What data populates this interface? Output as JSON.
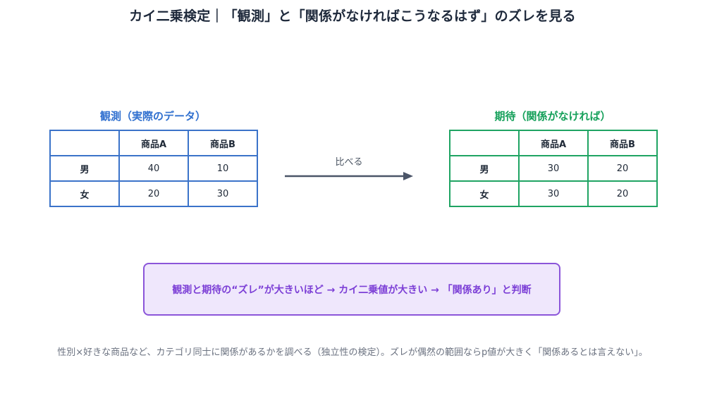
{
  "title": "カイ二乗検定｜「観測」と「関係がなければこうなるはず」のズレを見る",
  "observed": {
    "label": "観測（実際のデータ）",
    "color": "#3b73c9",
    "headers": [
      "",
      "商品A",
      "商品B"
    ],
    "rows": [
      {
        "label": "男",
        "values": [
          "40",
          "10"
        ]
      },
      {
        "label": "女",
        "values": [
          "20",
          "30"
        ]
      }
    ]
  },
  "expected": {
    "label": "期待（関係がなければ）",
    "color": "#1fa463",
    "headers": [
      "",
      "商品A",
      "商品B"
    ],
    "rows": [
      {
        "label": "男",
        "values": [
          "30",
          "20"
        ]
      },
      {
        "label": "女",
        "values": [
          "30",
          "20"
        ]
      }
    ]
  },
  "compare": {
    "label": "比べる",
    "arrow_color": "#4b5568"
  },
  "summary": {
    "text": "観測と期待の“ズレ”が大きいほど → カイ二乗値が大きい → 「関係あり」と判断",
    "color": "#7c3fd6",
    "background": "#efe7fc",
    "border": "#8b55d9"
  },
  "footnote": "性別×好きな商品など、カテゴリ同士に関係があるかを調べる（独立性の検定）。ズレが偶然の範囲ならp値が大きく「関係あるとは言えない」。"
}
